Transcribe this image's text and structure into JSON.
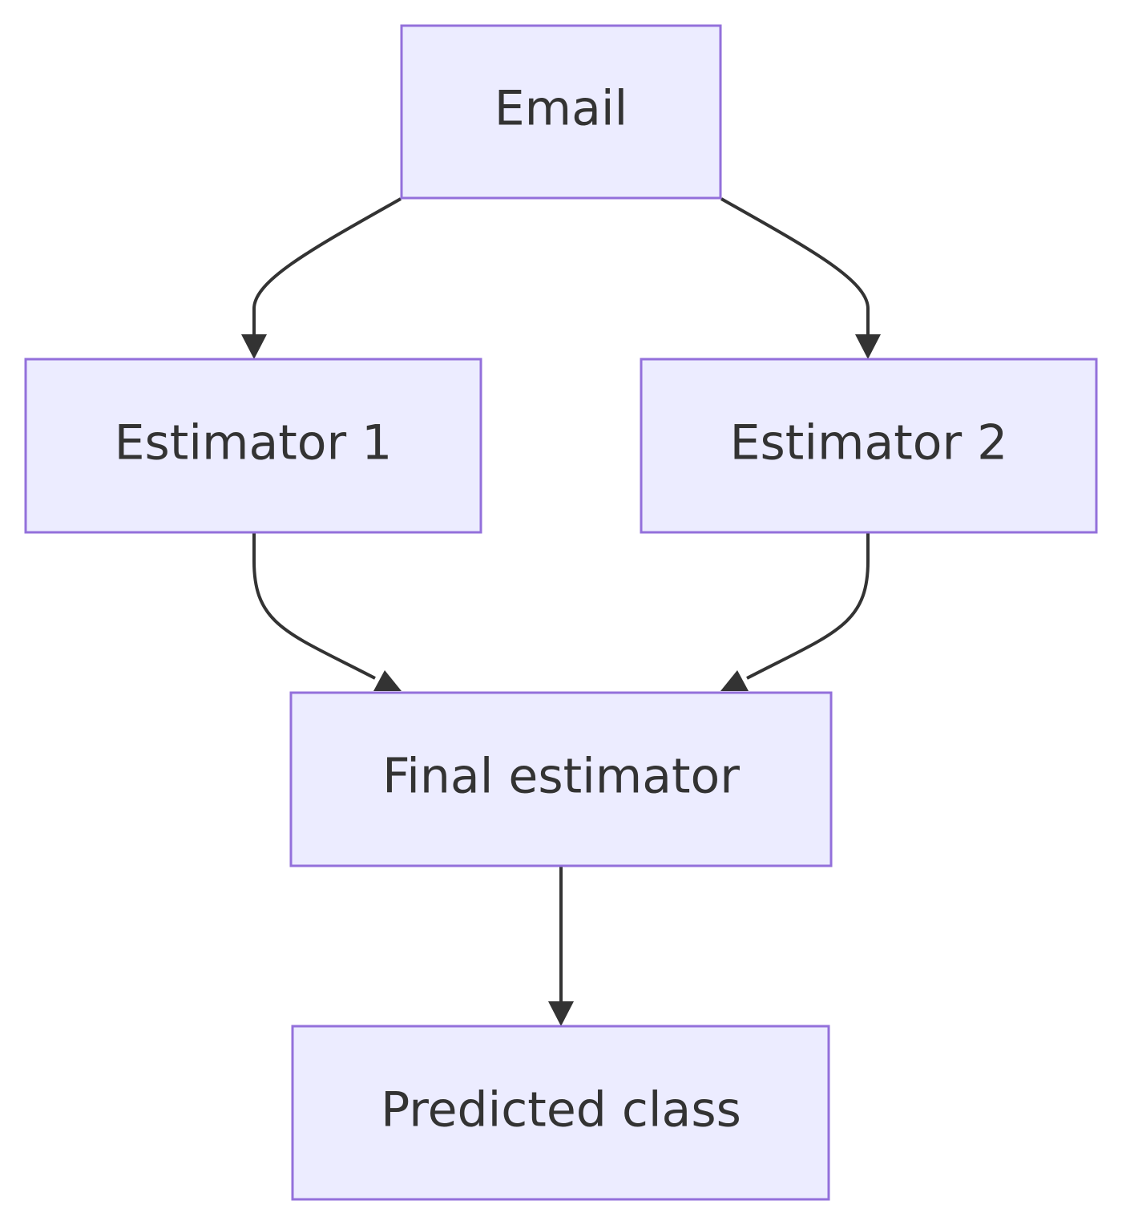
{
  "diagram": {
    "type": "flowchart",
    "direction": "top-down",
    "colors": {
      "node_fill": "#ececff",
      "node_border": "#9370db",
      "edge": "#333333",
      "text": "#333333",
      "background": "#ffffff"
    },
    "nodes": [
      {
        "id": "email",
        "label": "Email"
      },
      {
        "id": "estimator_1",
        "label": "Estimator 1"
      },
      {
        "id": "estimator_2",
        "label": "Estimator 2"
      },
      {
        "id": "final_estimator",
        "label": "Final estimator"
      },
      {
        "id": "predicted_class",
        "label": "Predicted class"
      }
    ],
    "edges": [
      {
        "from": "email",
        "to": "estimator_1"
      },
      {
        "from": "email",
        "to": "estimator_2"
      },
      {
        "from": "estimator_1",
        "to": "final_estimator"
      },
      {
        "from": "estimator_2",
        "to": "final_estimator"
      },
      {
        "from": "final_estimator",
        "to": "predicted_class"
      }
    ]
  }
}
